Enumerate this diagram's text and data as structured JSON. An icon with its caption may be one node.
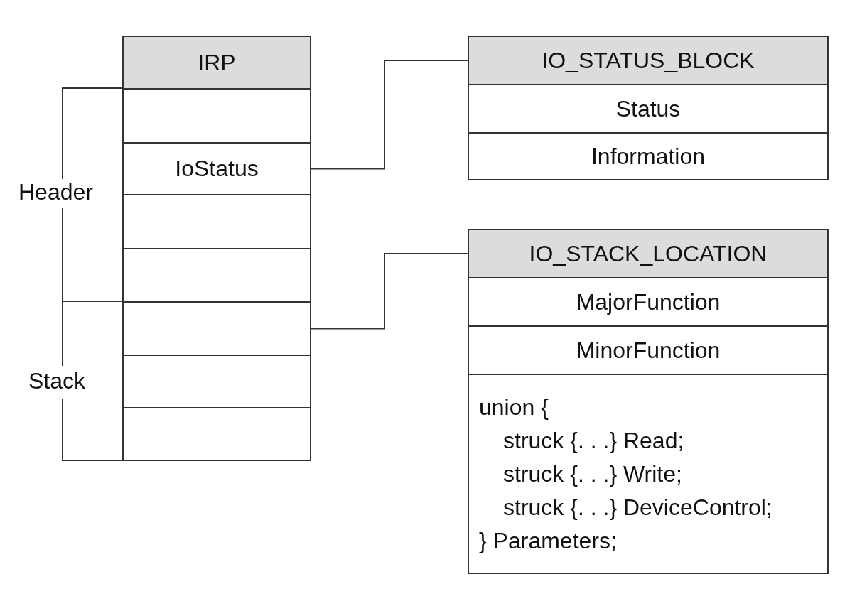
{
  "diagram": {
    "nodes": [
      {
        "text": [
          "IRP"
        ]
      },
      {
        "text": [],
        "shape": "box"
      },
      {
        "text": [
          "IoStatus"
        ]
      },
      {
        "text": [],
        "shape": "box"
      },
      {
        "text": [],
        "shape": "box"
      },
      {
        "text": [],
        "shape": "box"
      },
      {
        "text": [],
        "shape": "box"
      },
      {
        "text": [],
        "shape": "box"
      },
      {
        "text": [
          "IO_STATUS_BLOCK"
        ]
      },
      {
        "text": [
          "Status"
        ]
      },
      {
        "text": [
          "Information"
        ]
      },
      {
        "text": [
          "IO_STACK_LOCATION"
        ]
      },
      {
        "text": [
          "MajorFunction"
        ]
      },
      {
        "text": [
          "MinorFunction"
        ]
      },
      {
        "text": [
          "union {",
          "struck {. . .} Read;",
          "struck {. . .} Write;",
          "struck {. . .} DeviceControl;",
          "} Parameters;"
        ]
      }
    ],
    "edges": [
      {
        "from": 2,
        "to": 8,
        "arrow": "none"
      },
      {
        "from": 5,
        "to": 11,
        "arrow": "none"
      }
    ],
    "labels": [
      "Header",
      "Stack"
    ]
  }
}
